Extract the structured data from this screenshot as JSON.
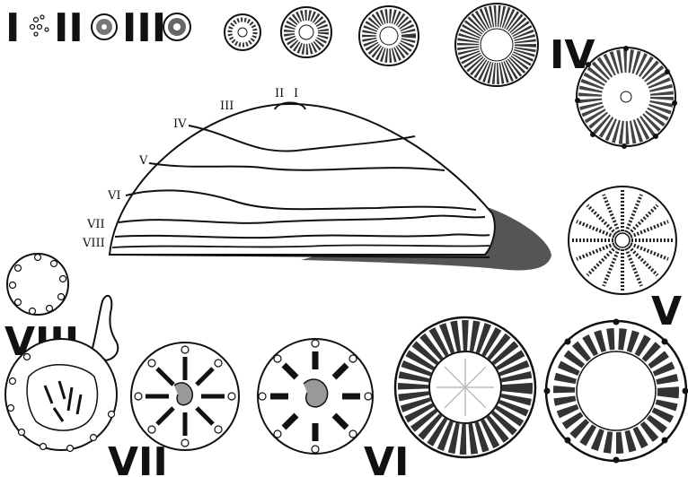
{
  "stage_labels_large": {
    "s1": "I",
    "s2": "II",
    "s3": "III",
    "s4": "IV",
    "s5": "V",
    "s6": "VI",
    "s7": "VII",
    "s8": "VIII"
  },
  "zone_labels_small": {
    "z1": "I",
    "z2": "II",
    "z3": "III",
    "z4": "IV",
    "z5": "V",
    "z6": "VI",
    "z7": "VII",
    "z8": "VIII"
  },
  "colors": {
    "ink": "#111111",
    "background": "#ffffff",
    "shade": "#555555"
  }
}
